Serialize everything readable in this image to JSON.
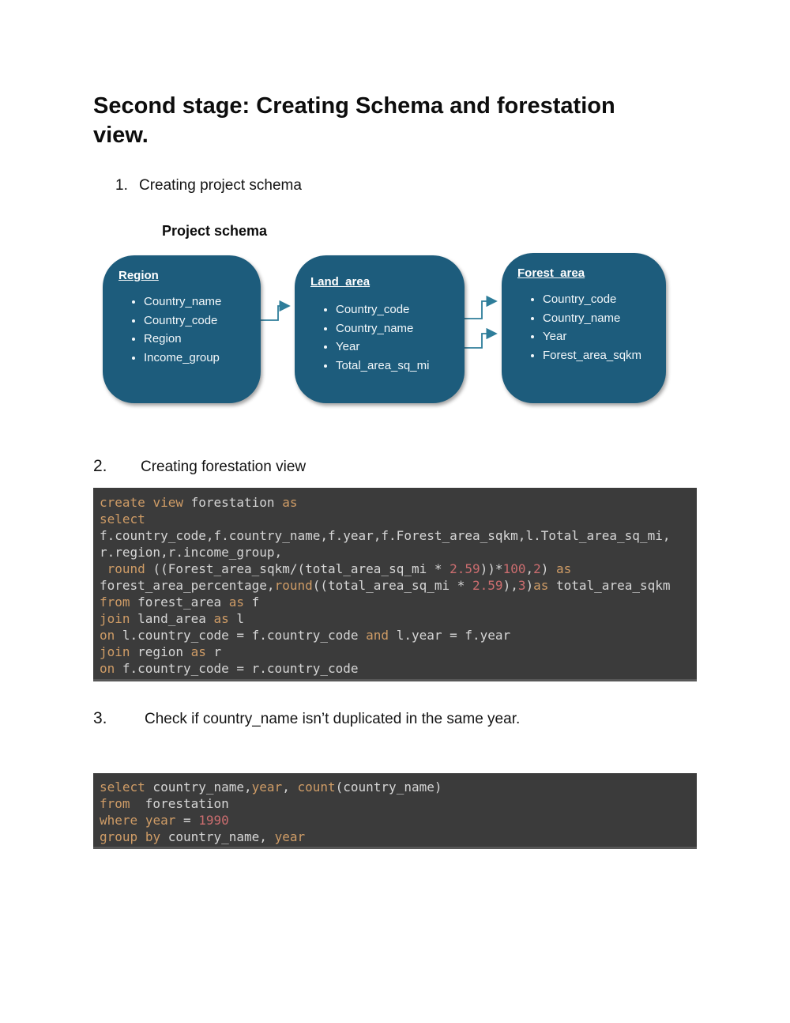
{
  "page": {
    "heading_lines": [
      "Second stage: Creating Schema and forestation",
      "view."
    ],
    "items": [
      {
        "number": "1.",
        "text": "Creating project schema"
      },
      {
        "number": "2.",
        "text": "Creating forestation view"
      },
      {
        "number": "3.",
        "text": "Check if country_name isn’t duplicated in the same year."
      }
    ]
  },
  "diagram": {
    "title": "Project schema",
    "box_color": "#1d5c7c",
    "arrow_color": "#2e7d9a",
    "tables": [
      {
        "name": "Region",
        "fields": [
          "Country_name",
          "Country_code",
          "Region",
          "Income_group"
        ]
      },
      {
        "name": "Land_area",
        "fields": [
          "Country_code",
          "Country_name",
          "Year",
          "Total_area_sq_mi"
        ]
      },
      {
        "name": "Forest_area",
        "fields": [
          "Country_code",
          "Country_name",
          "Year",
          "Forest_area_sqkm"
        ]
      }
    ]
  },
  "code": {
    "colors": {
      "background": "#3b3b3b",
      "keyword": "#cf9c66",
      "number": "#cb6d6f",
      "plain": "#d6d6d6"
    },
    "block1": {
      "lines": [
        [
          {
            "c": "kw",
            "t": "create"
          },
          {
            "c": "pl",
            "t": " "
          },
          {
            "c": "kw",
            "t": "view"
          },
          {
            "c": "pl",
            "t": " forestation "
          },
          {
            "c": "kw",
            "t": "as"
          }
        ],
        [
          {
            "c": "kw",
            "t": "select"
          }
        ],
        [
          {
            "c": "pl",
            "t": "f.country_code,f.country_name,f.year,f.Forest_area_sqkm,l.Total_area_sq_mi,"
          }
        ],
        [
          {
            "c": "pl",
            "t": "r.region,r.income_group,"
          }
        ],
        [
          {
            "c": "pl",
            "t": " "
          },
          {
            "c": "kw",
            "t": "round"
          },
          {
            "c": "pl",
            "t": " ((Forest_area_sqkm/(total_area_sq_mi * "
          },
          {
            "c": "num",
            "t": "2.59"
          },
          {
            "c": "pl",
            "t": "))*"
          },
          {
            "c": "num",
            "t": "100"
          },
          {
            "c": "pl",
            "t": ","
          },
          {
            "c": "num",
            "t": "2"
          },
          {
            "c": "pl",
            "t": ") "
          },
          {
            "c": "kw",
            "t": "as"
          }
        ],
        [
          {
            "c": "pl",
            "t": "forest_area_percentage,"
          },
          {
            "c": "kw",
            "t": "round"
          },
          {
            "c": "pl",
            "t": "((total_area_sq_mi * "
          },
          {
            "c": "num",
            "t": "2.59"
          },
          {
            "c": "pl",
            "t": "),"
          },
          {
            "c": "num",
            "t": "3"
          },
          {
            "c": "pl",
            "t": ")"
          },
          {
            "c": "kw",
            "t": "as"
          },
          {
            "c": "pl",
            "t": " total_area_sqkm"
          }
        ],
        [
          {
            "c": "kw",
            "t": "from"
          },
          {
            "c": "pl",
            "t": " forest_area "
          },
          {
            "c": "kw",
            "t": "as"
          },
          {
            "c": "pl",
            "t": " f"
          }
        ],
        [
          {
            "c": "kw",
            "t": "join"
          },
          {
            "c": "pl",
            "t": " land_area "
          },
          {
            "c": "kw",
            "t": "as"
          },
          {
            "c": "pl",
            "t": " l"
          }
        ],
        [
          {
            "c": "kw",
            "t": "on"
          },
          {
            "c": "pl",
            "t": " l.country_code = f.country_code "
          },
          {
            "c": "kw",
            "t": "and"
          },
          {
            "c": "pl",
            "t": " l.year = f.year"
          }
        ],
        [
          {
            "c": "kw",
            "t": "join"
          },
          {
            "c": "pl",
            "t": " region "
          },
          {
            "c": "kw",
            "t": "as"
          },
          {
            "c": "pl",
            "t": " r"
          }
        ],
        [
          {
            "c": "kw",
            "t": "on"
          },
          {
            "c": "pl",
            "t": " f.country_code = r.country_code"
          }
        ]
      ]
    },
    "block2": {
      "lines": [
        [
          {
            "c": "kw",
            "t": "select"
          },
          {
            "c": "pl",
            "t": " country_name,"
          },
          {
            "c": "kw",
            "t": "year"
          },
          {
            "c": "pl",
            "t": ", "
          },
          {
            "c": "kw",
            "t": "count"
          },
          {
            "c": "pl",
            "t": "(country_name)"
          }
        ],
        [
          {
            "c": "kw",
            "t": "from"
          },
          {
            "c": "pl",
            "t": "  forestation"
          }
        ],
        [
          {
            "c": "kw",
            "t": "where"
          },
          {
            "c": "pl",
            "t": " "
          },
          {
            "c": "kw",
            "t": "year"
          },
          {
            "c": "pl",
            "t": " = "
          },
          {
            "c": "num",
            "t": "1990"
          }
        ],
        [
          {
            "c": "kw",
            "t": "group"
          },
          {
            "c": "pl",
            "t": " "
          },
          {
            "c": "kw",
            "t": "by"
          },
          {
            "c": "pl",
            "t": " country_name, "
          },
          {
            "c": "kw",
            "t": "year"
          }
        ]
      ]
    }
  }
}
